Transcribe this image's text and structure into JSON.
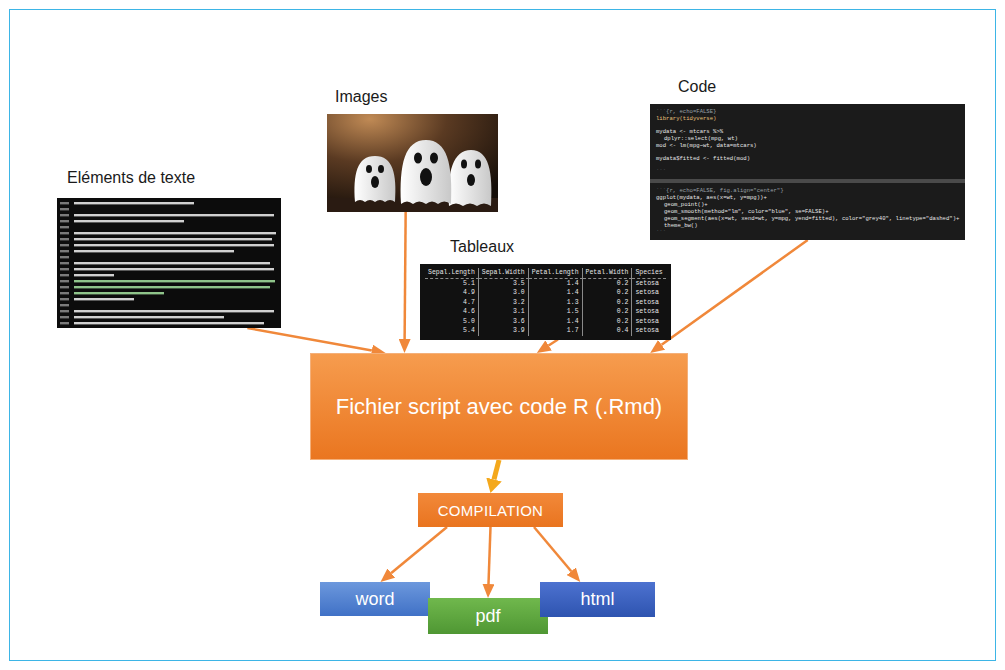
{
  "diagram": {
    "nodes": [
      {
        "text": [
          "Eléments de texte"
        ]
      },
      {
        "text": [
          "Images"
        ]
      },
      {
        "text": [
          "Tableaux"
        ]
      },
      {
        "text": [
          "Code"
        ]
      },
      {
        "text": [
          "Fichier script avec code R (.Rmd)"
        ]
      },
      {
        "text": [
          "COMPILATION"
        ]
      },
      {
        "text": [
          "word"
        ]
      },
      {
        "text": [
          "pdf"
        ]
      },
      {
        "text": [
          "html"
        ]
      }
    ],
    "edges": [
      {
        "from": 0,
        "to": 4,
        "arrow": "to"
      },
      {
        "from": 1,
        "to": 4,
        "arrow": "to"
      },
      {
        "from": 2,
        "to": 4,
        "arrow": "to"
      },
      {
        "from": 3,
        "to": 4,
        "arrow": "to"
      },
      {
        "from": 4,
        "to": 5,
        "arrow": "to"
      },
      {
        "from": 5,
        "to": 6,
        "arrow": "to"
      },
      {
        "from": 5,
        "to": 7,
        "arrow": "to"
      },
      {
        "from": 5,
        "to": 8,
        "arrow": "to"
      }
    ],
    "labels": [
      "Sepal.Length",
      "Sepal.Width",
      "Petal.Length",
      "Petal.Width",
      "Species",
      "5.1",
      "3.5",
      "1.4",
      "0.2",
      "setosa",
      "4.9",
      "3.0",
      "1.4",
      "0.2",
      "setosa",
      "4.7",
      "3.2",
      "1.3",
      "0.2",
      "setosa",
      "4.6",
      "3.1",
      "1.5",
      "0.2",
      "setosa",
      "5.0",
      "3.6",
      "1.4",
      "0.2",
      "setosa",
      "5.4",
      "3.9",
      "1.7",
      "0.4",
      "setosa",
      "```{r, echo=FALSE}",
      "library(tidyverse)",
      "mydata <- mtcars %>%",
      "dplyr::select(mpg, wt)",
      "mod <- lm(mpg~wt, data=mtcars)",
      "mydata$fitted <- fitted(mod)",
      "```",
      "```{r, echo=FALSE, fig.align=\"center\"}",
      "ggplot(mydata, aes(x=wt, y=mpg))+",
      "geom_point()+",
      "geom_smooth(method=\"lm\", color=\"blue\", se=FALSE)+",
      "geom_segment(aes(x=wt, xend=wt, y=mpg, yend=fitted), color=\"grey40\", linetype=\"dashed\")+",
      "theme_bw()",
      "```"
    ]
  }
}
